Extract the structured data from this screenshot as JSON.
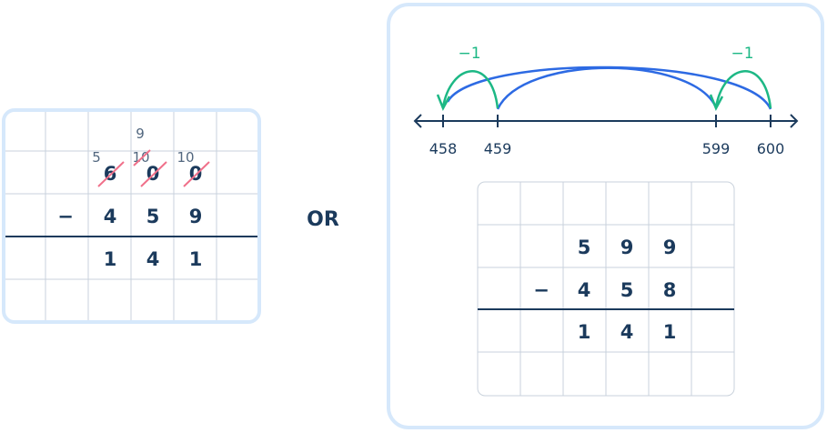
{
  "left_method": {
    "borrow_marks": {
      "hundreds": "5",
      "tens_top": "9",
      "tens": "10",
      "ones": "10"
    },
    "minuend": [
      "6",
      "0",
      "0"
    ],
    "operator": "−",
    "subtrahend": [
      "4",
      "5",
      "9"
    ],
    "result": [
      "1",
      "4",
      "1"
    ]
  },
  "or_label": "OR",
  "right_method": {
    "number_line": {
      "ticks": [
        "458",
        "459",
        "599",
        "600"
      ],
      "jumps": [
        {
          "from": "459",
          "to": "458",
          "label": "−1"
        },
        {
          "from": "600",
          "to": "599",
          "label": "−1"
        }
      ]
    },
    "minuend": [
      "5",
      "9",
      "9"
    ],
    "operator": "−",
    "subtrahend": [
      "4",
      "5",
      "8"
    ],
    "result": [
      "1",
      "4",
      "1"
    ]
  },
  "colors": {
    "frame": "#d6e8fb",
    "ink": "#1b3a5c",
    "strike": "#f0708a",
    "green": "#1db885",
    "blue": "#2d6ae3"
  }
}
